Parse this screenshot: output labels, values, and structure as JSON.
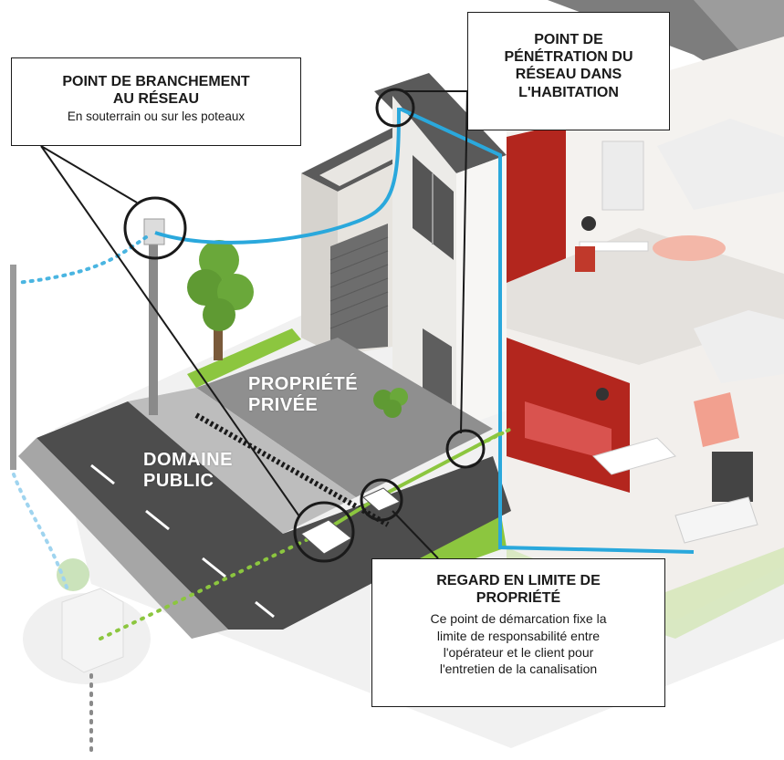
{
  "callouts": {
    "branchement": {
      "title": "POINT DE BRANCHEMENT\nAU RÉSEAU",
      "subtitle": "En souterrain ou sur les poteaux"
    },
    "penetration": {
      "title": "POINT DE\nPÉNÉTRATION DU\nRÉSEAU DANS\nL'HABITATION"
    },
    "regard": {
      "title": "REGARD EN LIMITE DE\nPROPRIÉTÉ",
      "subtitle": "Ce point de démarcation fixe la\nlimite de responsabilité entre\nl'opérateur et le client pour\nl'entretien de la canalisation"
    }
  },
  "zones": {
    "privee": "PROPRIÉTÉ\nPRIVÉE",
    "public": "DOMAINE\nPUBLIC"
  },
  "colors": {
    "aerial_cable": "#2aa8dc",
    "underground_cable": "#8cc63f",
    "interior_wall": "#b3261e",
    "lawn": "#8cc63f",
    "road": "#4a4a4a",
    "pavement": "#9a9a9a",
    "facade": "#e9e7e3",
    "roof": "#5a5a5a",
    "tree": "#6aa83a"
  }
}
